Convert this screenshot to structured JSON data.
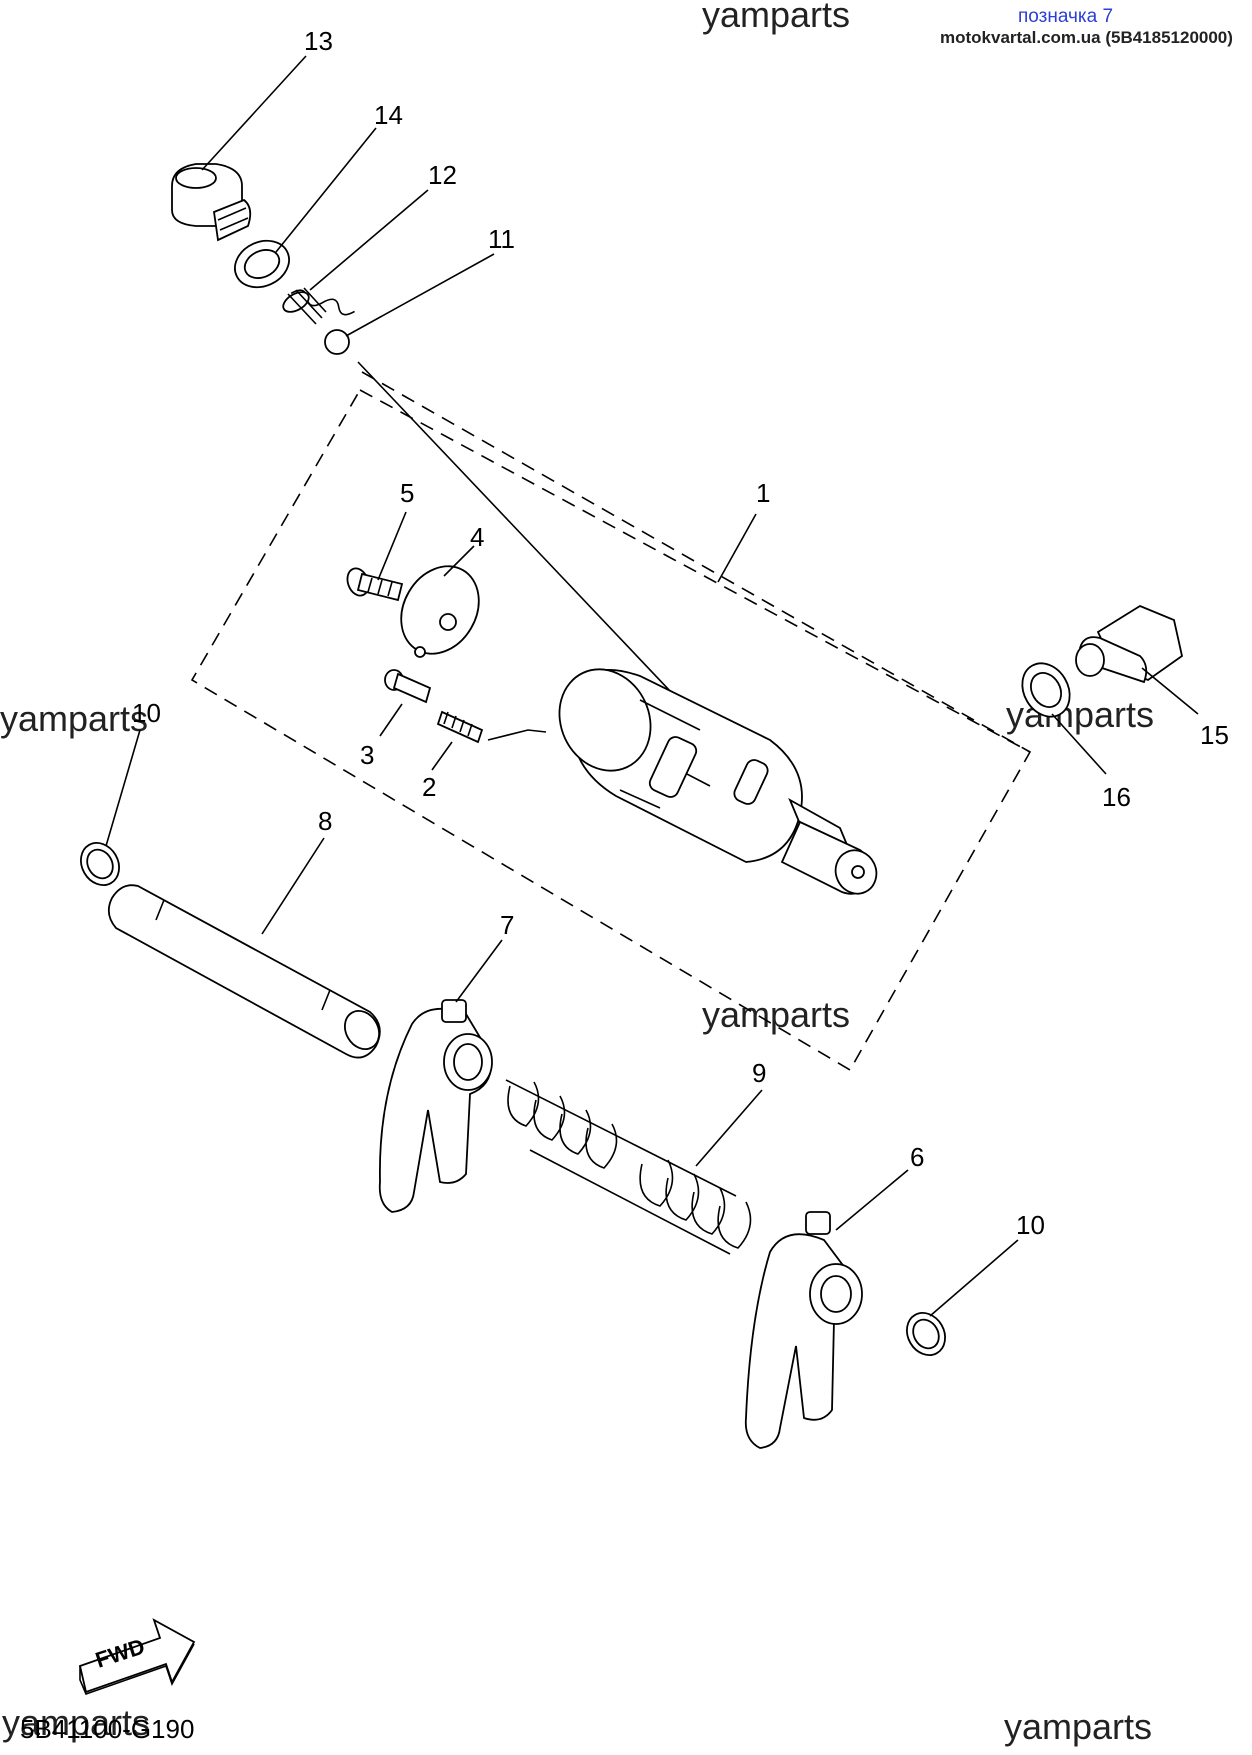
{
  "header": {
    "tag": "позначка 7",
    "source": "motokvartal.com.ua (5B4185120000)"
  },
  "watermarks": [
    "yamparts",
    "yamparts",
    "yamparts",
    "yamparts",
    "yamparts"
  ],
  "callouts": [
    "13",
    "14",
    "12",
    "11",
    "1",
    "5",
    "4",
    "3",
    "2",
    "10",
    "8",
    "7",
    "9",
    "6",
    "10",
    "15",
    "16"
  ],
  "fwd_label": "FWD",
  "drawing_code": "5B41100-G190",
  "colors": {
    "tag": "#2b3fd6",
    "ink": "#000000"
  }
}
